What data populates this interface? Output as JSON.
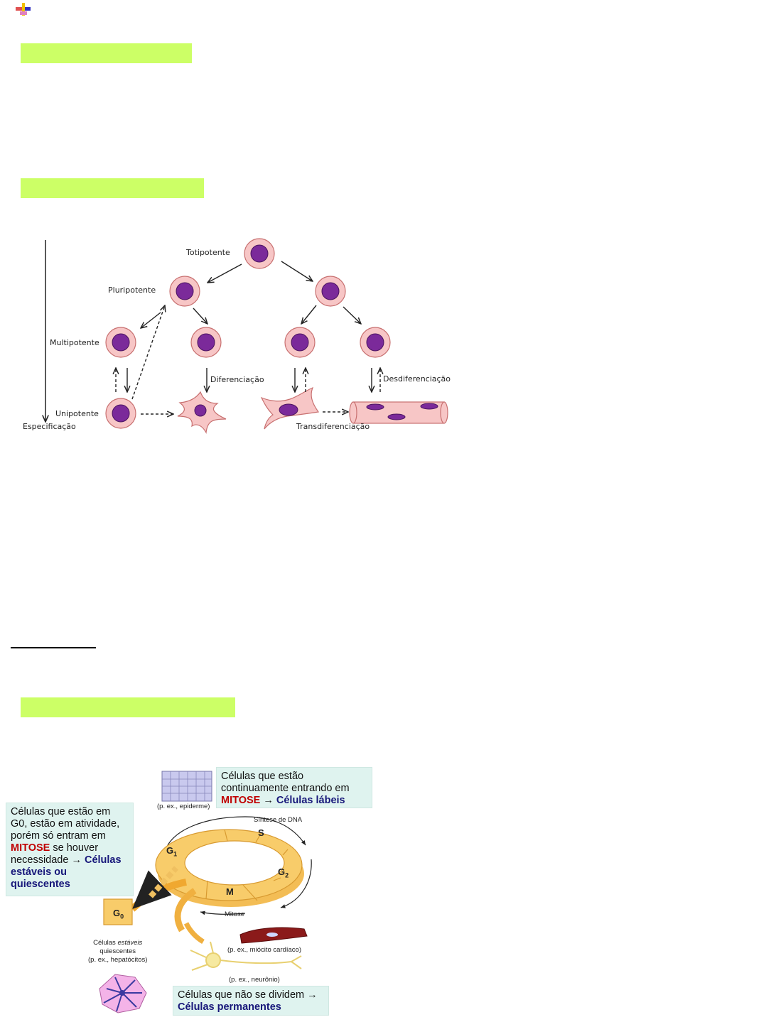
{
  "stem_cells": {
    "totipotente": "Totipotente",
    "pluripotente": "Pluripotente",
    "multipotente": "Multipotente",
    "unipotente": "Unipotente",
    "especificacao": "Especificação",
    "diferenciacao": "Diferenciação",
    "desdiferenciacao": "Desdiferenciação",
    "transdiferenciacao": "Transdiferenciação"
  },
  "cell_cycle": {
    "labile_box": {
      "line1": "Células que estão",
      "line2": "continuamente entrando em",
      "mitose": "MITOSE",
      "arrow": " → ",
      "result": "Células lábeis"
    },
    "stable_box": {
      "line1": "Células que estão em",
      "line2": "G0, estão em atividade,",
      "line3": "porém só entram em",
      "mitose": "MITOSE",
      "after_mitose": " se houver",
      "line5": "necessidade → ",
      "result_a": "Células",
      "result_b": "estáveis ou",
      "result_c": "quiescentes"
    },
    "permanent_box": {
      "line1": "Células que não se dividem →",
      "result": "Células permanentes"
    },
    "phase_g1": "G1",
    "phase_s": "S",
    "phase_g2": "G2",
    "phase_m": "M",
    "phase_g0": "G0",
    "sintese": "Síntese de DNA",
    "mitose_label": "Mitose",
    "epiderme": "(p. ex., epiderme)",
    "miocito": "(p. ex., miócito cardíaco)",
    "neuronio": "(p. ex., neurônio)",
    "quiescentes_1": "Células ",
    "quiescentes_italic": "estáveis",
    "quiescentes_2": "quiescentes",
    "hepatocitos": "(p. ex., hepatócitos)"
  }
}
